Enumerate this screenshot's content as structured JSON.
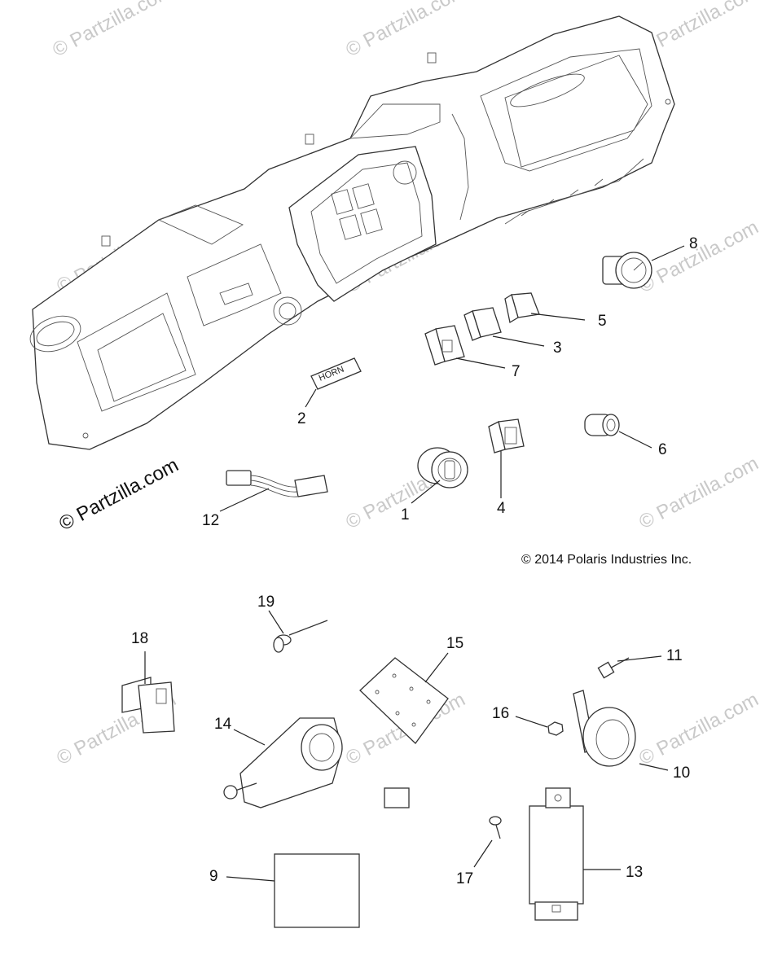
{
  "copyright": "© 2014 Polaris Industries Inc.",
  "watermark_main": "© Partzilla.com",
  "watermark_faint": "© Partzilla.com",
  "dash_switch_text": "HORN",
  "callouts": {
    "c1": "1",
    "c2": "2",
    "c3": "3",
    "c4": "4",
    "c5": "5",
    "c6": "6",
    "c7": "7",
    "c8": "8",
    "c9": "9",
    "c10": "10",
    "c11": "11",
    "c12": "12",
    "c13": "13",
    "c14": "14",
    "c15": "15",
    "c16": "16",
    "c17": "17",
    "c18": "18",
    "c19": "19"
  }
}
